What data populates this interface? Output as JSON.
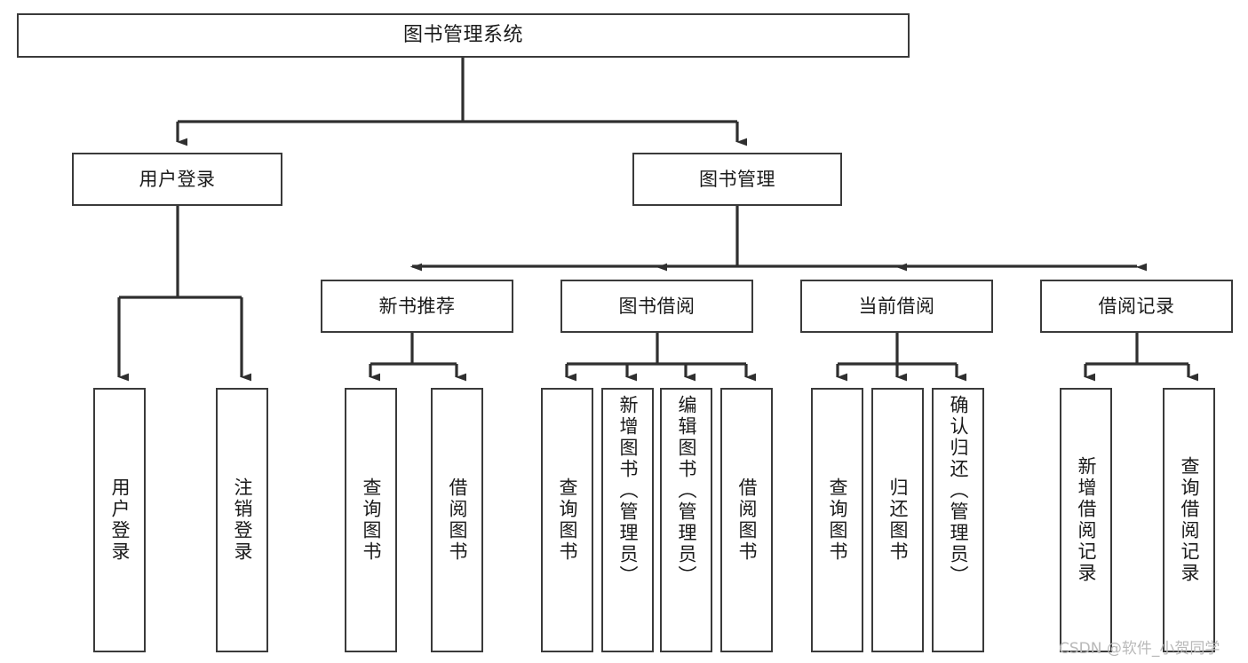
{
  "diagram": {
    "title": "图书管理系统",
    "type": "hierarchy-tree",
    "watermark": "CSDN @软件_小贺同学",
    "colors": {
      "box_border": "#3a3a3a",
      "box_fill": "#ffffff",
      "connector": "#2f2f2f",
      "text": "#1a1a1a",
      "watermark": "#b9b9b9",
      "background": "#ffffff"
    },
    "levels": {
      "level1": [
        {
          "id": "root",
          "label": "图书管理系统",
          "orientation": "horizontal"
        }
      ],
      "level2": [
        {
          "id": "user-login",
          "label": "用户登录",
          "orientation": "horizontal"
        },
        {
          "id": "book-manage",
          "label": "图书管理",
          "orientation": "horizontal"
        }
      ],
      "level3": [
        {
          "id": "new-book-rec",
          "label": "新书推荐",
          "orientation": "horizontal",
          "parent": "book-manage"
        },
        {
          "id": "book-borrow",
          "label": "图书借阅",
          "orientation": "horizontal",
          "parent": "book-manage"
        },
        {
          "id": "current-borrow",
          "label": "当前借阅",
          "orientation": "horizontal",
          "parent": "book-manage"
        },
        {
          "id": "borrow-record",
          "label": "借阅记录",
          "orientation": "horizontal",
          "parent": "book-manage"
        }
      ],
      "leaves": [
        {
          "id": "leaf-user-login",
          "label": "用户登录",
          "parent": "user-login",
          "orientation": "vertical"
        },
        {
          "id": "leaf-logout",
          "label": "注销登录",
          "parent": "user-login",
          "orientation": "vertical"
        },
        {
          "id": "leaf-query-book-1",
          "label": "查询图书",
          "parent": "new-book-rec",
          "orientation": "vertical"
        },
        {
          "id": "leaf-borrow-book-1",
          "label": "借阅图书",
          "parent": "new-book-rec",
          "orientation": "vertical"
        },
        {
          "id": "leaf-query-book-2",
          "label": "查询图书",
          "parent": "book-borrow",
          "orientation": "vertical"
        },
        {
          "id": "leaf-add-book",
          "label": "新增图书（管理员）",
          "parent": "book-borrow",
          "orientation": "vertical"
        },
        {
          "id": "leaf-edit-book",
          "label": "编辑图书（管理员）",
          "parent": "book-borrow",
          "orientation": "vertical"
        },
        {
          "id": "leaf-borrow-book-2",
          "label": "借阅图书",
          "parent": "book-borrow",
          "orientation": "vertical"
        },
        {
          "id": "leaf-query-book-3",
          "label": "查询图书",
          "parent": "current-borrow",
          "orientation": "vertical"
        },
        {
          "id": "leaf-return-book",
          "label": "归还图书",
          "parent": "current-borrow",
          "orientation": "vertical"
        },
        {
          "id": "leaf-confirm-return",
          "label": "确认归还（管理员）",
          "parent": "current-borrow",
          "orientation": "vertical"
        },
        {
          "id": "leaf-add-record",
          "label": "新增借阅记录",
          "parent": "borrow-record",
          "orientation": "vertical"
        },
        {
          "id": "leaf-query-record",
          "label": "查询借阅记录",
          "parent": "borrow-record",
          "orientation": "vertical"
        }
      ]
    }
  }
}
